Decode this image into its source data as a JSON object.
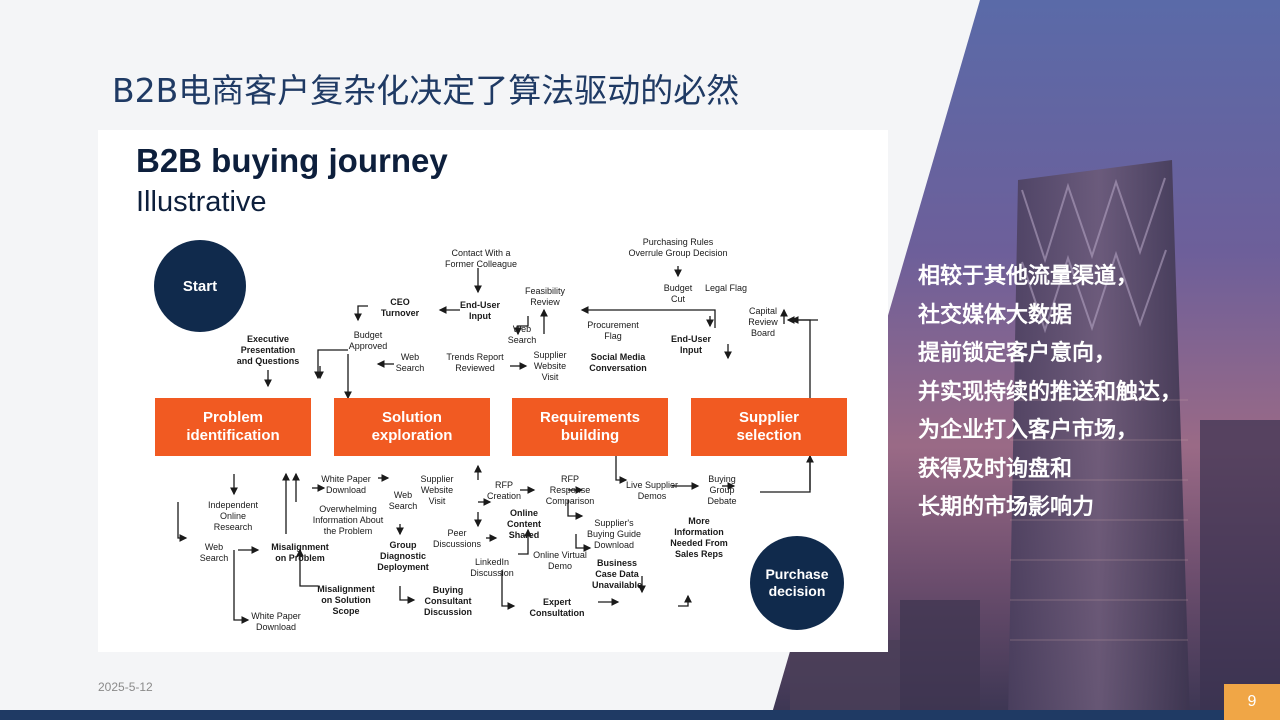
{
  "slide": {
    "title": "B2B电商客户复杂化决定了算法驱动的必然",
    "date": "2025-5-12",
    "page_number": "9"
  },
  "diagram": {
    "title": "B2B buying journey",
    "subtitle": "Illustrative",
    "start_label": "Start",
    "end_label": "Purchase\ndecision",
    "stages": [
      "Problem\nidentification",
      "Solution\nexploration",
      "Requirements\nbuilding",
      "Supplier\nselection"
    ],
    "nodes": {
      "ceo_turnover": "CEO\nTurnover",
      "executive_presentation": "Executive\nPresentation\nand Questions",
      "budget_approved": "Budget\nApproved",
      "contact_former": "Contact With a\nFormer Colleague",
      "end_user_input_1": "End-User\nInput",
      "feasibility_review": "Feasibility\nReview",
      "web_search_1": "Web\nSearch",
      "web_search_2": "Web\nSearch",
      "trends_report": "Trends Report\nReviewed",
      "supplier_website_1": "Supplier\nWebsite\nVisit",
      "purchasing_rules": "Purchasing Rules\nOverrule Group Decision",
      "budget_cut": "Budget\nCut",
      "legal_flag": "Legal Flag",
      "procurement_flag": "Procurement\nFlag",
      "social_media": "Social Media\nConversation",
      "end_user_input_2": "End-User\nInput",
      "capital_review": "Capital\nReview\nBoard",
      "independent_research": "Independent\nOnline\nResearch",
      "web_search_3": "Web\nSearch",
      "misalignment_problem": "Misalignment\non Problem",
      "white_paper_1": "White Paper\nDownload",
      "white_paper_2": "White Paper\nDownload",
      "overwhelming_info": "Overwhelming\nInformation About\nthe Problem",
      "web_search_4": "Web\nSearch",
      "group_diagnostic": "Group\nDiagnostic\nDeployment",
      "misalignment_scope": "Misalignment\non Solution\nScope",
      "buying_consultant": "Buying\nConsultant\nDiscussion",
      "supplier_website_2": "Supplier\nWebsite\nVisit",
      "peer_discussions": "Peer\nDiscussions",
      "online_content": "Online\nContent\nShared",
      "linkedin": "LinkedIn\nDiscussion",
      "rfp_creation": "RFP\nCreation",
      "rfp_response": "RFP\nResponse\nComparison",
      "supplier_buying_guide": "Supplier's\nBuying Guide\nDownload",
      "online_virtual_demo": "Online Virtual\nDemo",
      "expert_consultation": "Expert\nConsultation",
      "business_case": "Business\nCase Data\nUnavailable",
      "live_demos": "Live Supplier\nDemos",
      "buying_group_debate": "Buying\nGroup\nDebate",
      "more_information": "More\nInformation\nNeeded From\nSales Reps"
    }
  },
  "side_text": [
    "相较于其他流量渠道，",
    "社交媒体大数据",
    "提前锁定客户意向，",
    "并实现持续的推送和触达，",
    "为企业打入客户市场，",
    "获得及时询盘和",
    "长期的市场影响力"
  ],
  "colors": {
    "title_blue": "#1f3a64",
    "stage_orange": "#f15a22",
    "circle_navy": "#102a4c",
    "page_badge": "#f0a646"
  }
}
